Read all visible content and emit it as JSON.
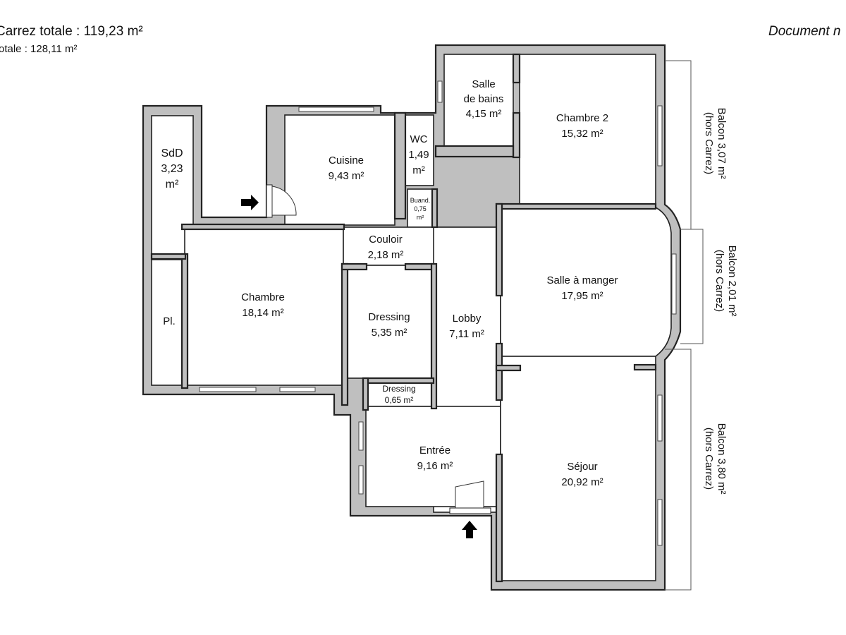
{
  "header": {
    "carrez_total": "Carrez totale : 119,23 m²",
    "surface_totale": "otale : 128,11 m²",
    "document_note": "Document n"
  },
  "rooms": [
    {
      "id": "sdd",
      "lines": [
        "SdD",
        "3,23",
        "m²"
      ]
    },
    {
      "id": "cuisine",
      "lines": [
        "Cuisine",
        "9,43 m²"
      ]
    },
    {
      "id": "wc",
      "lines": [
        "WC",
        "1,49",
        "m²"
      ]
    },
    {
      "id": "salle-de-bains",
      "lines": [
        "Salle",
        "de bains",
        "4,15 m²"
      ]
    },
    {
      "id": "chambre-2",
      "lines": [
        "Chambre 2",
        "15,32 m²"
      ]
    },
    {
      "id": "buanderie",
      "lines": [
        "Buand.",
        "0,75",
        "m²"
      ]
    },
    {
      "id": "couloir",
      "lines": [
        "Couloir",
        "2,18 m²"
      ]
    },
    {
      "id": "chambre",
      "lines": [
        "Chambre",
        "18,14 m²"
      ]
    },
    {
      "id": "placard",
      "lines": [
        "Pl."
      ]
    },
    {
      "id": "dressing",
      "lines": [
        "Dressing",
        "5,35 m²"
      ]
    },
    {
      "id": "lobby",
      "lines": [
        "Lobby",
        "7,11 m²"
      ]
    },
    {
      "id": "salle-a-manger",
      "lines": [
        "Salle à manger",
        "17,95 m²"
      ]
    },
    {
      "id": "dressing-small",
      "lines": [
        "Dressing",
        "0,65 m²"
      ]
    },
    {
      "id": "entree",
      "lines": [
        "Entrée",
        "9,16 m²"
      ]
    },
    {
      "id": "sejour",
      "lines": [
        "Séjour",
        "20,92 m²"
      ]
    }
  ],
  "balconies": [
    {
      "id": "balcon-1",
      "lines": [
        "Balcon 3,07 m²",
        "(hors Carrez)"
      ]
    },
    {
      "id": "balcon-2",
      "lines": [
        "Balcon 2,01 m²",
        "(hors Carrez)"
      ]
    },
    {
      "id": "balcon-3",
      "lines": [
        "Balcon 3,80 m²",
        "(hors Carrez)"
      ]
    }
  ],
  "colors": {
    "wall": "#bfbfbf",
    "outline": "#222222",
    "room": "#ffffff"
  }
}
